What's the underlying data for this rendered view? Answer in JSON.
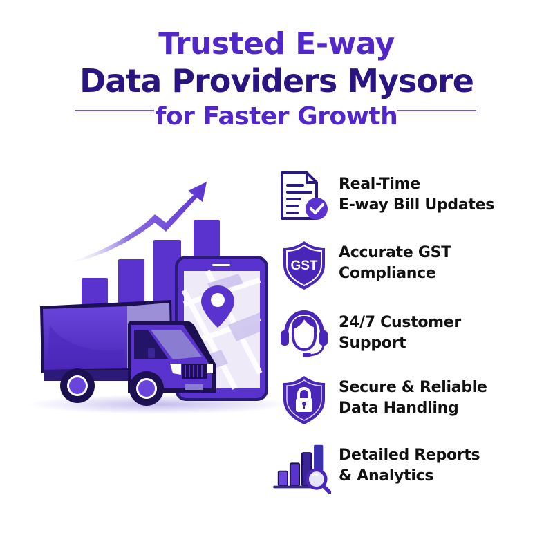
{
  "header": {
    "line1": "Trusted E-way",
    "line2": "Data Providers Mysore",
    "line3": "for Faster Growth"
  },
  "colors": {
    "primary": "#5227c9",
    "dark": "#2a1580",
    "text": "#111111",
    "background": "#ffffff"
  },
  "illustration": {
    "elements": [
      "growth-bar-chart",
      "growth-arrow",
      "smartphone-map",
      "location-pin",
      "delivery-truck"
    ]
  },
  "features": [
    {
      "icon": "document-check-icon",
      "line1": "Real-Time",
      "line2": "E-way Bill Updates"
    },
    {
      "icon": "gst-shield-icon",
      "icon_text": "GST",
      "line1": "Accurate GST",
      "line2": "Compliance"
    },
    {
      "icon": "headset-support-icon",
      "line1": "24/7 Customer",
      "line2": "Support"
    },
    {
      "icon": "lock-shield-icon",
      "line1": "Secure & Reliable",
      "line2": "Data Handling"
    },
    {
      "icon": "analytics-magnifier-icon",
      "line1": "Detailed Reports",
      "line2": "& Analytics"
    }
  ]
}
